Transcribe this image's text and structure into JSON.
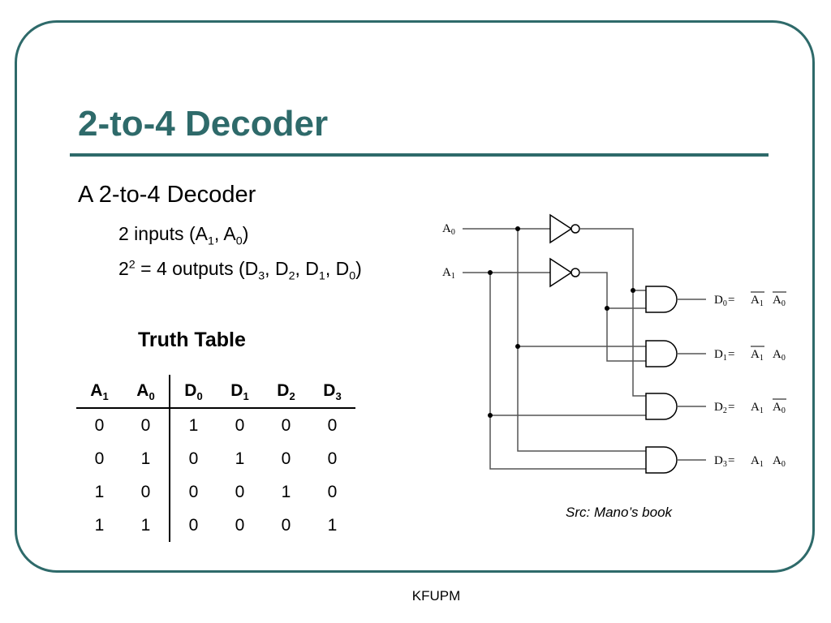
{
  "slide": {
    "title": "2-to-4 Decoder",
    "bullet_main": "A 2-to-4 Decoder",
    "inputs": {
      "pre": "2 inputs (A",
      "s1": "1",
      "mid": ", A",
      "s0": "0",
      "post": ")"
    },
    "outputs": {
      "base": "2",
      "exp": "2",
      "eq": " = 4 outputs (D",
      "s3": "3",
      "c1": ", D",
      "s2": "2",
      "c2": ", D",
      "s1": "1",
      "c3": ", D",
      "s0": "0",
      "post": ")"
    },
    "footer": "KFUPM"
  },
  "truth_table": {
    "heading": "Truth Table",
    "columns": [
      {
        "letter": "A",
        "sub": "1"
      },
      {
        "letter": "A",
        "sub": "0"
      },
      {
        "letter": "D",
        "sub": "0"
      },
      {
        "letter": "D",
        "sub": "1"
      },
      {
        "letter": "D",
        "sub": "2"
      },
      {
        "letter": "D",
        "sub": "3"
      }
    ],
    "rows": [
      [
        "0",
        "0",
        "1",
        "0",
        "0",
        "0"
      ],
      [
        "0",
        "1",
        "0",
        "1",
        "0",
        "0"
      ],
      [
        "1",
        "0",
        "0",
        "0",
        "1",
        "0"
      ],
      [
        "1",
        "1",
        "0",
        "0",
        "0",
        "1"
      ]
    ]
  },
  "circuit": {
    "inputs": [
      {
        "letter": "A",
        "sub": "0"
      },
      {
        "letter": "A",
        "sub": "1"
      }
    ],
    "outputs": [
      {
        "d": "D",
        "dsub": "0",
        "eq": " = ",
        "t1": "A",
        "t1sub": "1",
        "t2": "A",
        "t2sub": "0",
        "t1bar": true,
        "t2bar": true
      },
      {
        "d": "D",
        "dsub": "1",
        "eq": " = ",
        "t1": "A",
        "t1sub": "1",
        "t2": "A",
        "t2sub": "0",
        "t1bar": true,
        "t2bar": false
      },
      {
        "d": "D",
        "dsub": "2",
        "eq": " = ",
        "t1": "A",
        "t1sub": "1",
        "t2": "A",
        "t2sub": "0",
        "t1bar": false,
        "t2bar": true
      },
      {
        "d": "D",
        "dsub": "3",
        "eq": " = ",
        "t1": "A",
        "t1sub": "1",
        "t2": "A",
        "t2sub": "0",
        "t1bar": false,
        "t2bar": false
      }
    ],
    "source": "Src: Mano’s book"
  },
  "colors": {
    "accent": "#2e6a6a",
    "wire": "#555555"
  }
}
